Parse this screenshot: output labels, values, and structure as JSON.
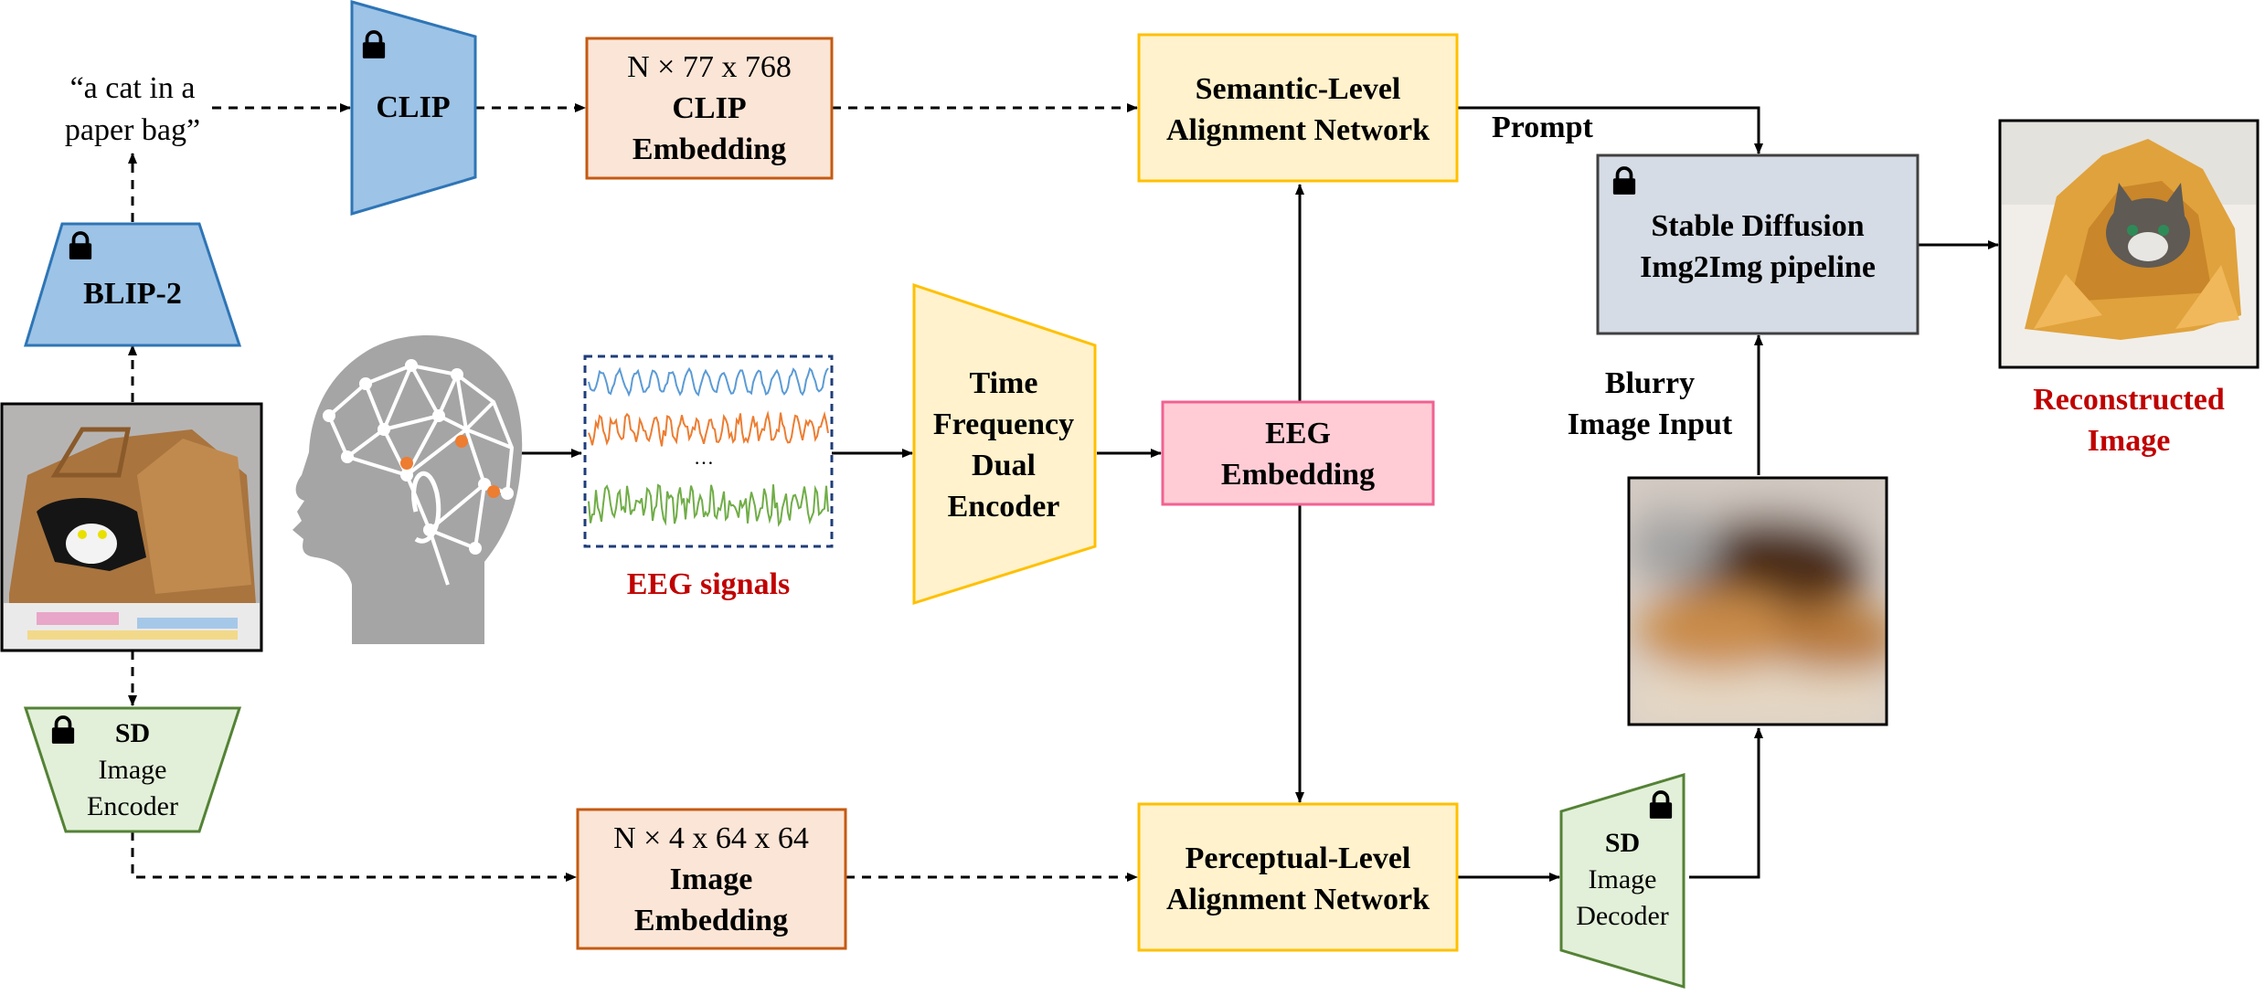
{
  "caption_text": {
    "line1": "“a cat in a",
    "line2": "paper bag”"
  },
  "blip2": {
    "label": "BLIP-2"
  },
  "clip": {
    "label": "CLIP"
  },
  "clip_embedding": {
    "dims": "N × 77 x 768",
    "line1": "CLIP",
    "line2": "Embedding"
  },
  "semantic_network": {
    "line1": "Semantic-Level",
    "line2": "Alignment Network"
  },
  "prompt_label": "Prompt",
  "stable_diffusion": {
    "line1": "Stable Diffusion",
    "line2": "Img2Img pipeline"
  },
  "reconstructed": {
    "line1": "Reconstructed",
    "line2": "Image"
  },
  "eeg_signals_label": "EEG signals",
  "eeg_ellipsis": "…",
  "tf_encoder": {
    "line1": "Time",
    "line2": "Frequency",
    "line3": "Dual",
    "line4": "Encoder"
  },
  "eeg_embedding": {
    "line1": "EEG",
    "line2": "Embedding"
  },
  "blurry_label": {
    "line1": "Blurry",
    "line2": "Image Input"
  },
  "sd_encoder": {
    "line1": "SD",
    "line2": "Image",
    "line3": "Encoder"
  },
  "image_embedding": {
    "dims": "N × 4 x 64 x 64",
    "line1": "Image",
    "line2": "Embedding"
  },
  "perceptual_network": {
    "line1": "Perceptual-Level",
    "line2": "Alignment Network"
  },
  "sd_decoder": {
    "line1": "SD",
    "line2": "Image",
    "line3": "Decoder"
  },
  "colors": {
    "blue_fill": "#9dc3e6",
    "blue_stroke": "#2e75b6",
    "orange_fill": "#fbe5d6",
    "orange_stroke": "#c55a11",
    "yellow_fill": "#fff2cc",
    "yellow_stroke": "#ffc000",
    "pink_fill": "#ffccd5",
    "pink_stroke": "#f06292",
    "green_fill": "#e2f0d9",
    "green_stroke": "#548235",
    "gray_fill": "#d6dce5",
    "gray_stroke": "#404040",
    "red_text": "#c00000"
  }
}
